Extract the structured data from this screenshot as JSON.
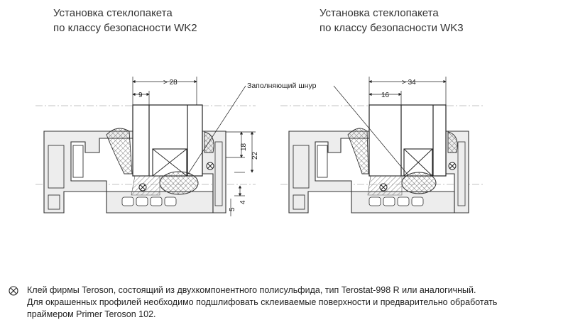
{
  "titles": {
    "left_line1": "Установка стеклопакета",
    "left_line2": "по классу безопасности WK2",
    "right_line1": "Установка стеклопакета",
    "right_line2": "по классу безопасности WK3"
  },
  "callout": "Заполняющий шнур",
  "dimensions": {
    "left_28": "> 28",
    "left_9": "9",
    "left_18": "18",
    "left_22": "22",
    "left_4": "4",
    "left_5": "5",
    "right_34": "> 34",
    "right_16": "16"
  },
  "note": {
    "line1": "Клей фирмы Teroson, состоящий из двухкомпонентного полисульфида, тип Terostat-998 R  или аналогичный.",
    "line2": "Для окрашенных профилей необходимо подшлифовать склеиваемые поверхности и предварительно обработать",
    "line3": "праймером Primer Teroson 102."
  },
  "icons": {
    "adhesive_symbol": "circle-x-icon"
  }
}
